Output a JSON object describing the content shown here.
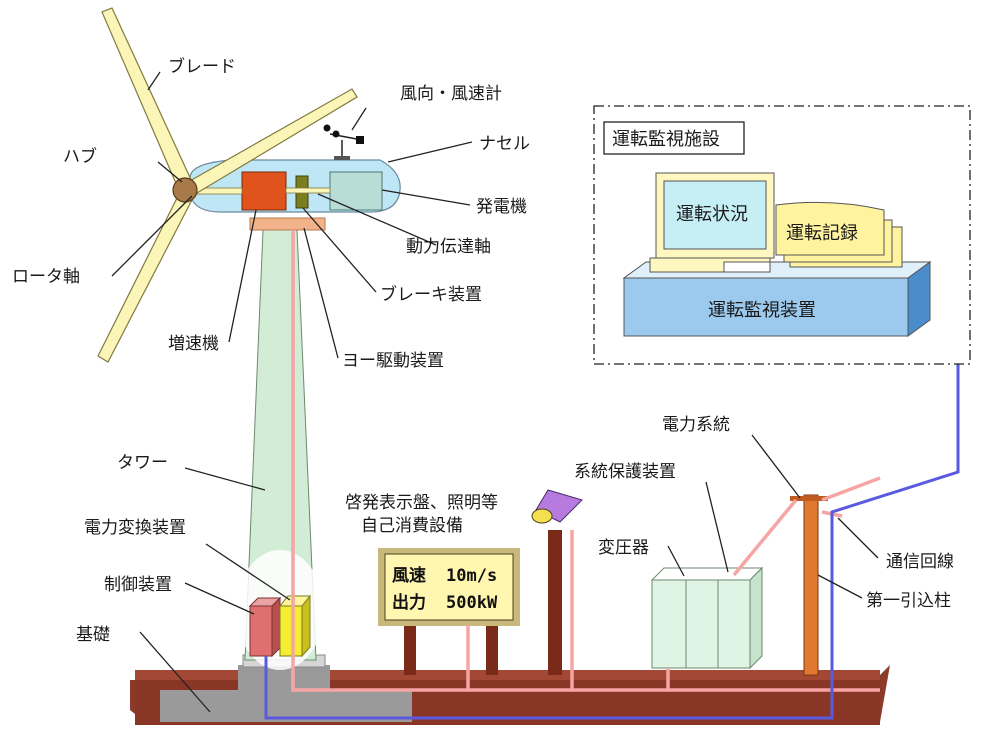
{
  "header": {
    "title": ""
  },
  "labels": {
    "blade": "ブレード",
    "wind_sensor": "風向・風速計",
    "nacelle": "ナセル",
    "hub": "ハブ",
    "generator": "発電機",
    "drive_shaft": "動力伝達軸",
    "rotor_shaft": "ロータ軸",
    "brake": "ブレーキ装置",
    "gearbox": "増速機",
    "yaw_drive": "ヨー駆動装置",
    "tower": "タワー",
    "signboard_line1": "啓発表示盤、照明等",
    "signboard_line2": "自己消費設備",
    "power_converter": "電力変換装置",
    "controller": "制御装置",
    "foundation": "基礎",
    "transformer": "変圧器",
    "grid_protection": "系統保護装置",
    "power_grid": "電力系統",
    "comm_line": "通信回線",
    "lead_in_pole": "第一引込柱"
  },
  "monitoring": {
    "facility_title": "運転監視施設",
    "screen_text": "運転状況",
    "records_text": "運転記録",
    "device_label": "運転監視装置"
  },
  "signboard": {
    "row1_label": "風速",
    "row1_value": "10m/s",
    "row2_label": "出力",
    "row2_value": "500kW"
  },
  "colors": {
    "blade": "#fbf6b8",
    "nacelle": "#bfe6f5",
    "gearbox": "#e0531c",
    "generator": "#b8ddd6",
    "tower": "#d3ecd6",
    "power_line": "#f7a4a4",
    "comm_line": "#5a5ae0",
    "ground": "#8c3a2a",
    "monitor_device": "#9ccaef"
  }
}
